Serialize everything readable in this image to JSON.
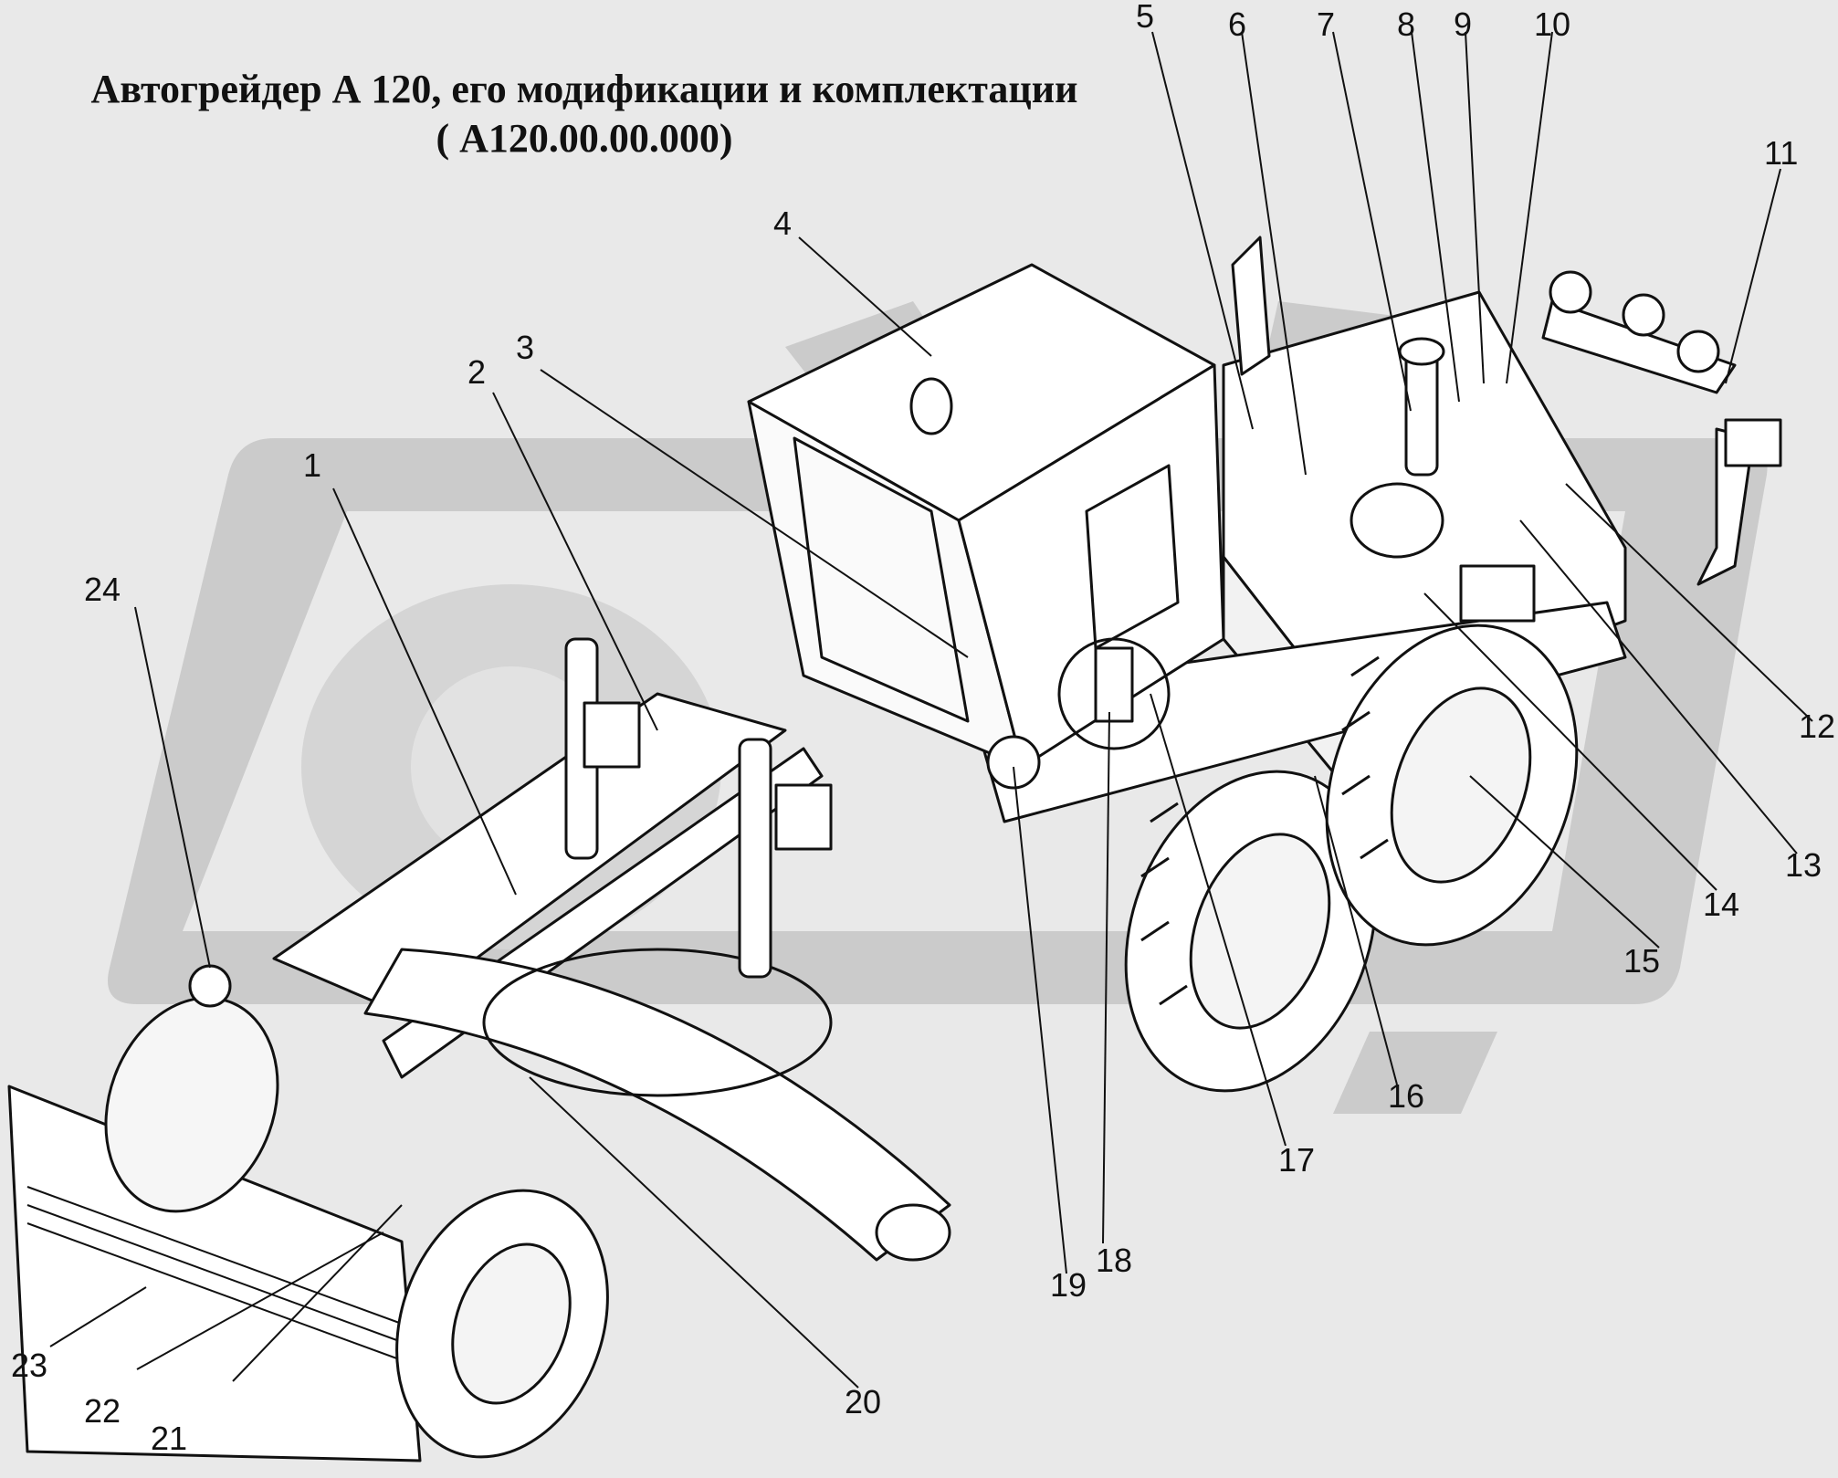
{
  "title": {
    "line1": "Автогрейдер А 120, его модификации и комплектации",
    "line2": "( А120.00.00.000)"
  },
  "callouts": [
    "1",
    "2",
    "3",
    "4",
    "5",
    "6",
    "7",
    "8",
    "9",
    "10",
    "11",
    "12",
    "13",
    "14",
    "15",
    "16",
    "17",
    "18",
    "19",
    "20",
    "21",
    "22",
    "23",
    "24"
  ],
  "colors": {
    "background": "#e9e9e9",
    "watermark": "#c9c9c9",
    "ink": "#111111",
    "machine_fill": "#ffffff"
  },
  "icons": [
    "wheel-icon",
    "cab-icon",
    "blade-icon",
    "ripper-icon"
  ]
}
